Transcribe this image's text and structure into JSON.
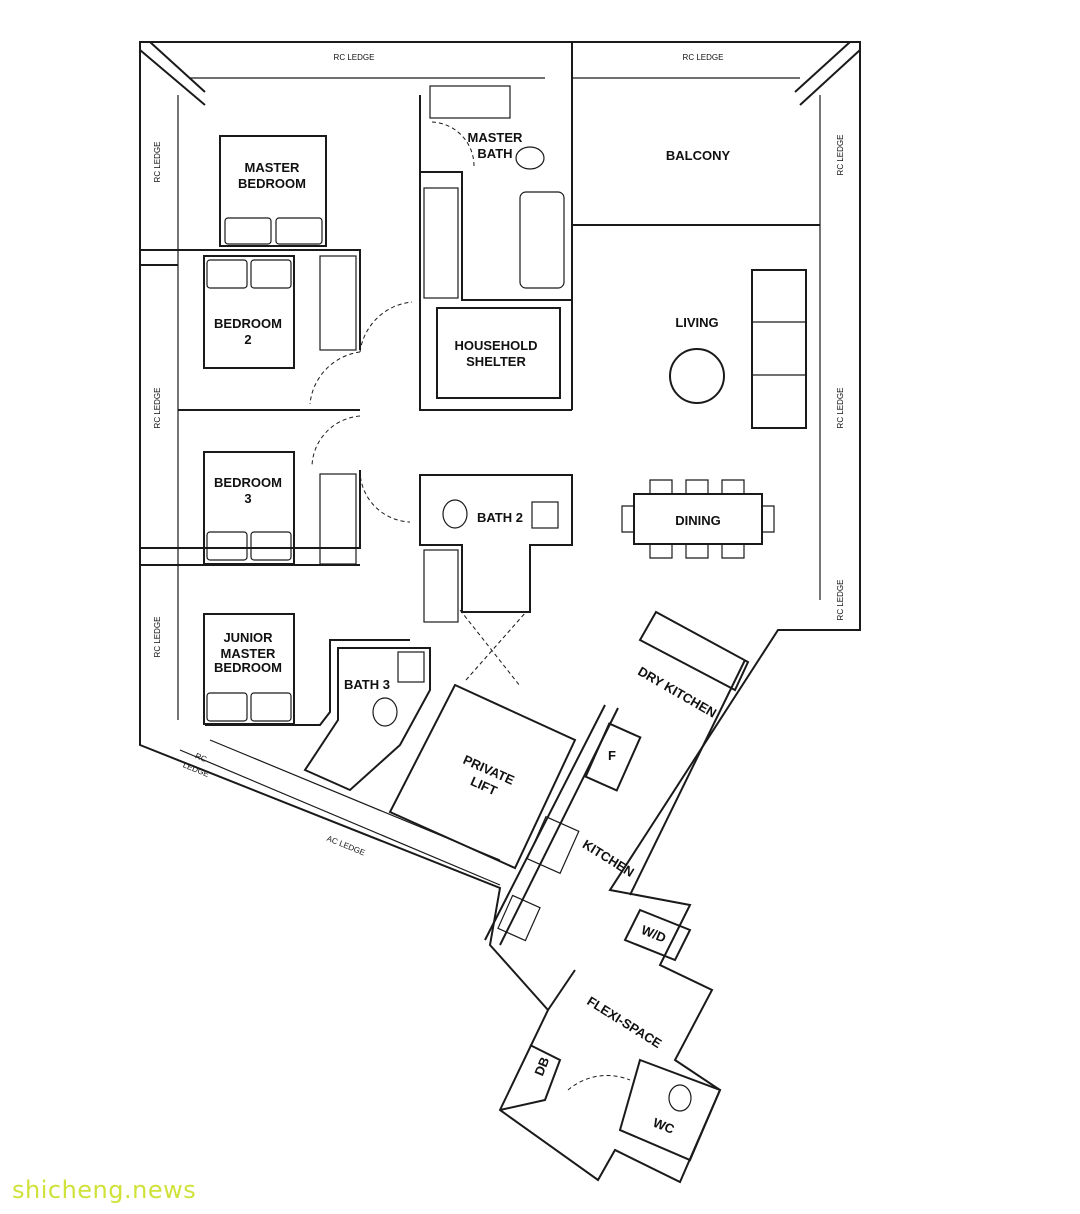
{
  "rooms": {
    "master_bedroom": [
      "MASTER",
      "BEDROOM"
    ],
    "master_bath": [
      "MASTER",
      "BATH"
    ],
    "balcony": "BALCONY",
    "bedroom2": [
      "BEDROOM",
      "2"
    ],
    "household_shelter": [
      "HOUSEHOLD",
      "SHELTER"
    ],
    "living": "LIVING",
    "bedroom3": [
      "BEDROOM",
      "3"
    ],
    "bath2": "BATH 2",
    "dining": "DINING",
    "junior_master": [
      "JUNIOR",
      "MASTER",
      "BEDROOM"
    ],
    "bath3": "BATH 3",
    "private_lift": [
      "PRIVATE",
      "LIFT"
    ],
    "dry_kitchen": "DRY KITCHEN",
    "kitchen": "KITCHEN",
    "wd": "W/D",
    "flexi_space": "FLEXI-SPACE",
    "db": "DB",
    "wc": "WC",
    "fridge": "F"
  },
  "ledges": {
    "rc": "RC LEDGE",
    "rc_top1": "RC LEDGE",
    "rc_top2": "RC LEDGE",
    "rc_small": [
      "RC",
      "LEDGE"
    ],
    "ac": "AC LEDGE"
  },
  "watermark": "shicheng.news"
}
